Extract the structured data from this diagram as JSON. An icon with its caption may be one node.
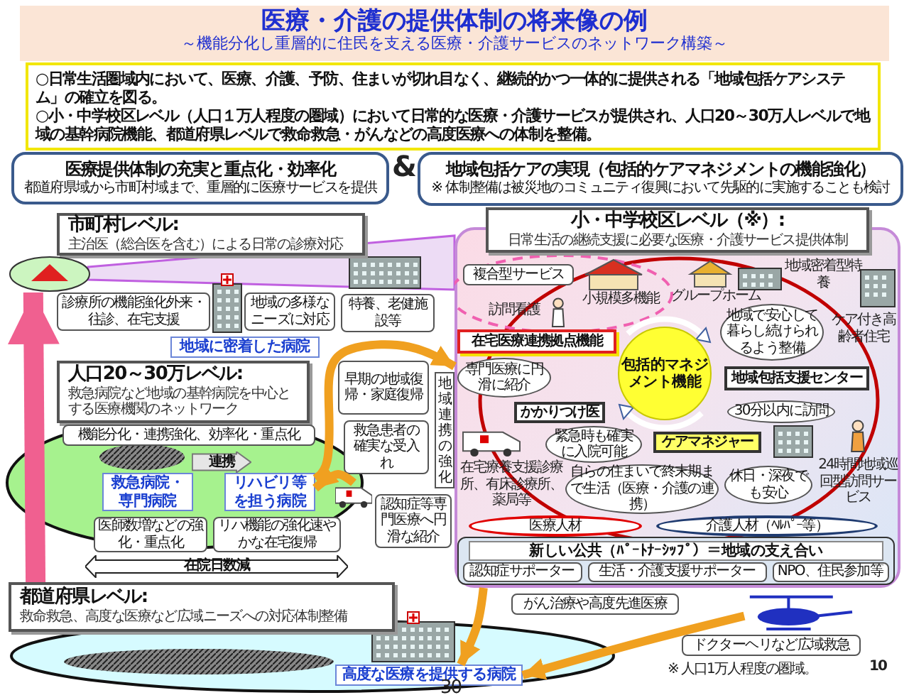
{
  "diagram": {
    "title": "医療・介護の提供体制の将来像の例",
    "nodes": [
      {
        "text": [
          "○日常生活圏域内において、医療、介護、予防、住まいが切れ目なく、継続的かつ一体的に提供される「地域包括ケアシステム」の確立を図る。",
          "○小・中学校区レベル（人口１万人程度の圏域）において日常的な医療・介護サービスが提供され、人口20～30万人レベルで地域の基幹病院機能、都道府県レベルで救命救急・がんなどの高度医療への体制を整備。"
        ]
      },
      {
        "text": [
          "医療提供体制の充実と重点化・効率化",
          "都道府県域から市町村域まで、重層的に医療サービスを提供"
        ]
      },
      {
        "text": [
          "地域包括ケアの実現（包括的ケアマネジメントの機能強化）",
          "※ 体制整備は被災地のコミュニティ復興において先駆的に実施することも検討"
        ]
      },
      {
        "text": [
          "市町村レベル:",
          "主治医（総合医を含む）による日常の診療対応"
        ]
      },
      {
        "text": [
          "診療所の機能強化外来・往診、在宅支援"
        ]
      },
      {
        "text": [
          "地域の多様なニーズに対応"
        ]
      },
      {
        "text": [
          "特養、老健施設等"
        ]
      },
      {
        "text": [
          "地域に密着した病院"
        ]
      },
      {
        "text": [
          "人口20～30万レベル:",
          "救急病院など地域の基幹病院を中心とする医療機関のネットワーク"
        ]
      },
      {
        "text": [
          "機能分化・連携強化、効率化・重点化"
        ]
      },
      {
        "text": [
          "連携"
        ]
      },
      {
        "text": [
          "救急病院・専門病院"
        ]
      },
      {
        "text": [
          "リハビリ等を担う病院"
        ]
      },
      {
        "text": [
          "医師数増などの強化・重点化"
        ]
      },
      {
        "text": [
          "リハ機能の強化速やかな在宅復帰"
        ]
      },
      {
        "text": [
          "在院日数減"
        ]
      },
      {
        "text": [
          "都道府県レベル:",
          "救命救急、高度な医療など広域ニーズへの対応体制整備"
        ]
      },
      {
        "text": [
          "高度な医療を提供する病院"
        ]
      },
      {
        "text": [
          "早期の地域復帰・家庭復帰"
        ]
      },
      {
        "text": [
          "救急患者の確実な受入れ"
        ]
      },
      {
        "text": [
          "地域連携の強化"
        ]
      },
      {
        "text": [
          "認知症等専門医療へ円滑な紹介"
        ]
      },
      {
        "text": [
          "小・中学校区レベル（※）:",
          "日常生活の継続支援に必要な医療・介護サービス提供体制"
        ]
      },
      {
        "text": [
          "複合型サービス"
        ],
        "in": 46
      },
      {
        "text": [
          "在宅医療連携拠点機能"
        ],
        "in": 46
      },
      {
        "text": [
          "包括的マネジメント機能"
        ],
        "in": 46
      },
      {
        "text": [
          "地域で安心して暮らし続けられるよう整備"
        ],
        "in": 46
      },
      {
        "text": [
          "地域包括支援センター"
        ],
        "in": 46
      },
      {
        "text": [
          "専門医療に円滑に紹介"
        ],
        "in": 46
      },
      {
        "text": [
          "かかりつけ医"
        ],
        "in": 46
      },
      {
        "text": [
          "緊急時も確実に入院可能"
        ],
        "in": 46
      },
      {
        "text": [
          "ケアマネジャー"
        ],
        "in": 46
      },
      {
        "text": [
          "30分以内に訪問"
        ],
        "in": 46
      },
      {
        "text": [
          "自らの住まいで終末期まで生活（医療・介護の連携）"
        ],
        "in": 46
      },
      {
        "text": [
          "休日・深夜でも安心"
        ],
        "in": 46
      },
      {
        "text": [
          "医療人材"
        ],
        "in": 46
      },
      {
        "text": [
          "介護人材（ﾍﾙﾊﾟｰ等）"
        ],
        "in": 46
      },
      {
        "text": [
          "新しい公共（ﾊﾟｰﾄﾅｰｼｯﾌﾟ）＝地域の支え合い"
        ],
        "in": 46
      },
      {
        "text": [
          "認知症サポーター"
        ],
        "in": 37
      },
      {
        "text": [
          "生活・介護支援サポーター"
        ],
        "in": 37
      },
      {
        "text": [
          "NPO、住民参加等"
        ],
        "in": 37
      },
      {
        "text": [
          "がん治療や高度先進医療"
        ]
      },
      {
        "text": [
          "ドクターヘリなど広域救急"
        ]
      },
      {
        "text": [],
        "shape": "picture"
      },
      {
        "text": [],
        "shape": "picture"
      },
      {
        "text": [],
        "shape": "picture"
      },
      {
        "text": [],
        "shape": "box"
      }
    ],
    "edges": [
      {
        "from": 12,
        "to": 46,
        "arrow": "to"
      },
      {
        "from": 44,
        "to": 12,
        "arrow": "to"
      },
      {
        "from": 46,
        "to": 17,
        "arrow": "to"
      },
      {
        "from": 45,
        "to": 17,
        "arrow": "to"
      },
      {
        "from": 16,
        "to": 43,
        "arrow": "to",
        "style": "thick",
        "color": "#f06090"
      }
    ],
    "labels": [
      "～機能分化し重層的に住民を支える医療・介護サービスのネットワーク構築～",
      "&",
      "小規模多機能",
      "訪問看護",
      "グループホーム",
      "地域密着型特養",
      "ケア付き高齢者住宅",
      "24時間地域巡回型訪問サービス",
      "在宅療養支援診療所、有床診療所、薬局等",
      "※ 人口1万人程度の圏域。",
      "10",
      "30"
    ]
  }
}
